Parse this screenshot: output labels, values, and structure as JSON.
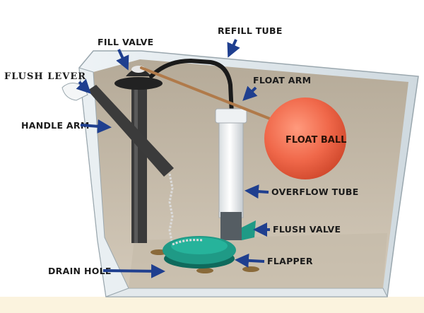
{
  "labels": {
    "fill_valve": "FILL VALVE",
    "refill_tube": "REFILL TUBE",
    "flush_lever": "FLUSH LEVER",
    "float_arm": "FLOAT ARM",
    "handle_arm": "HANDLE ARM",
    "float_ball": "FLOAT BALL",
    "overflow_tube": "OVERFLOW TUBE",
    "flush_valve": "FLUSH VALVE",
    "flapper": "FLAPPER",
    "drain_hole": "DRAIN HOLE"
  },
  "colors": {
    "arrow": "#1f3f8f",
    "float_ball": "#f0684a",
    "flapper": "#1f9a86",
    "tank_interior": "#c9bfb0",
    "tank_wall": "#dfe6ea",
    "floor_band": "#fbf3de"
  }
}
